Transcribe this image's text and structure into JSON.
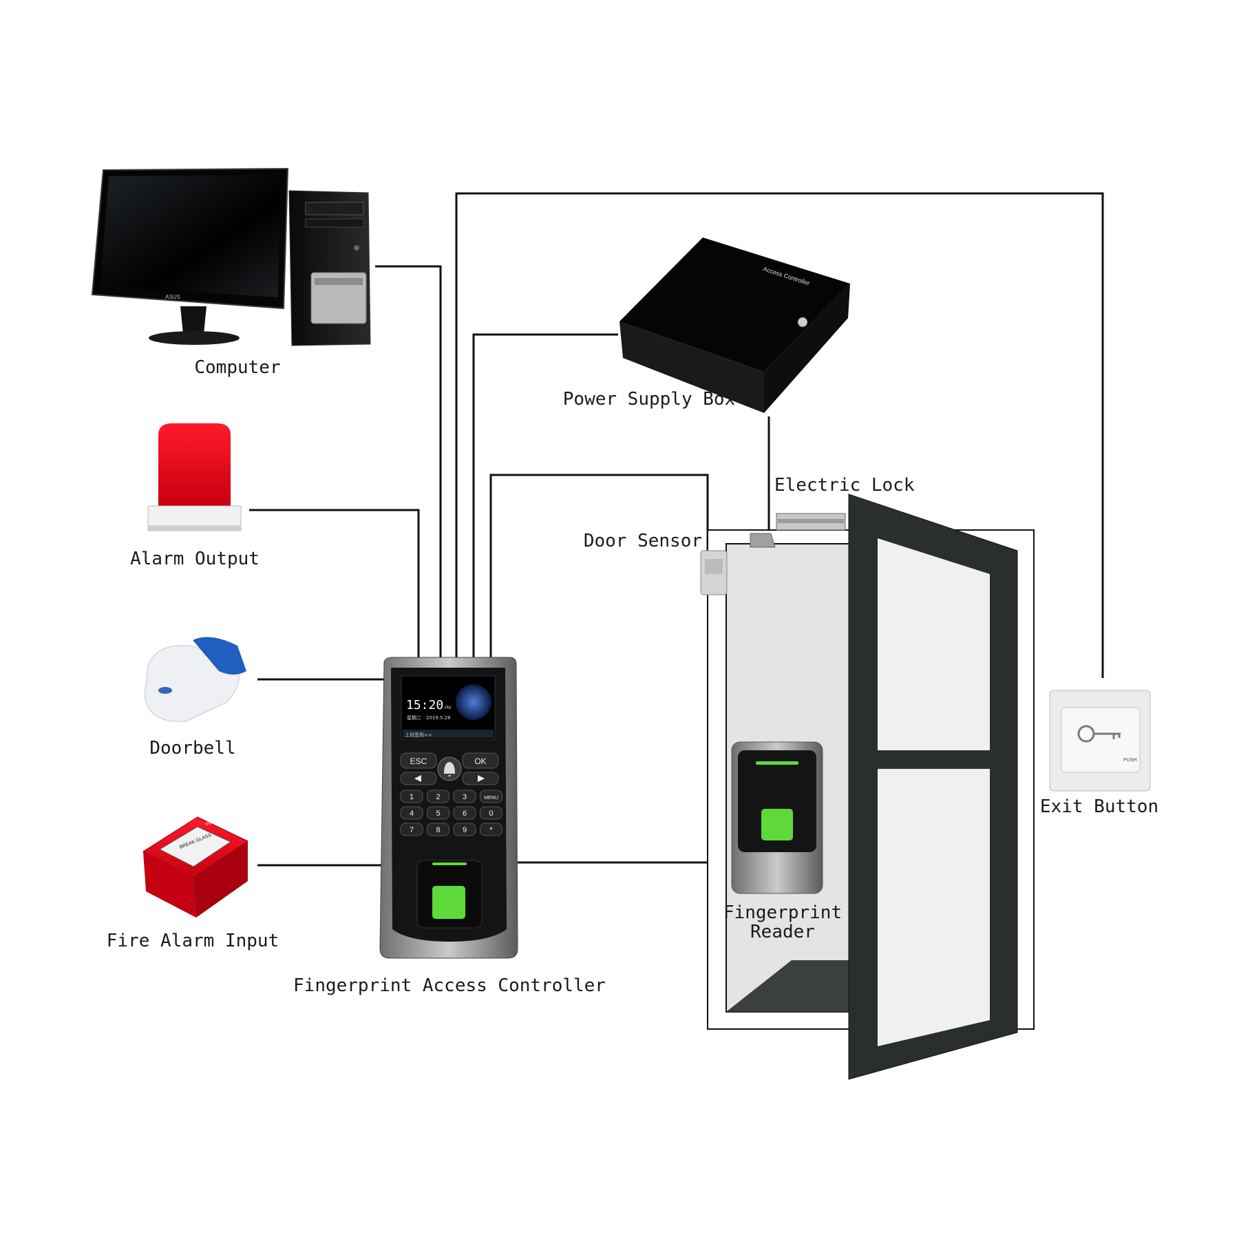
{
  "diagram": {
    "labels": {
      "computer": "Computer",
      "power_supply_box": "Power Supply Box",
      "power_box_text": "Access Controller",
      "alarm_output": "Alarm Output",
      "doorbell": "Doorbell",
      "fire_alarm_input": "Fire Alarm Input",
      "fingerprint_access_controller": "Fingerprint Access Controller",
      "electric_lock": "Electric Lock",
      "door_sensor": "Door Sensor",
      "fingerprint_reader_line1": "Fingerprint",
      "fingerprint_reader_line2": "Reader",
      "exit_button": "Exit Button",
      "monitor_brand": "ASUS"
    },
    "controller_screen": {
      "time": "15:20",
      "time_suffix": "PM",
      "date": "2019.5.28",
      "weekday": "星期二",
      "status": "上班签到>>"
    },
    "keypad": {
      "esc": "ESC",
      "ok": "OK",
      "keys": [
        "1",
        "2",
        "3",
        "MENU",
        "4",
        "5",
        "6",
        "0",
        "7",
        "8",
        "9",
        "*"
      ]
    },
    "fire_alarm_box": {
      "top": "FIRE",
      "middle": "BREAK GLASS"
    },
    "exit_button_text": "PUSH",
    "colors": {
      "wire": "#111111",
      "alarm_red": "#e3001b",
      "fingerprint_green": "#5fd93a",
      "door_frame": "#2b2e2e",
      "doorbell_blue": "#1f5fbf"
    }
  }
}
